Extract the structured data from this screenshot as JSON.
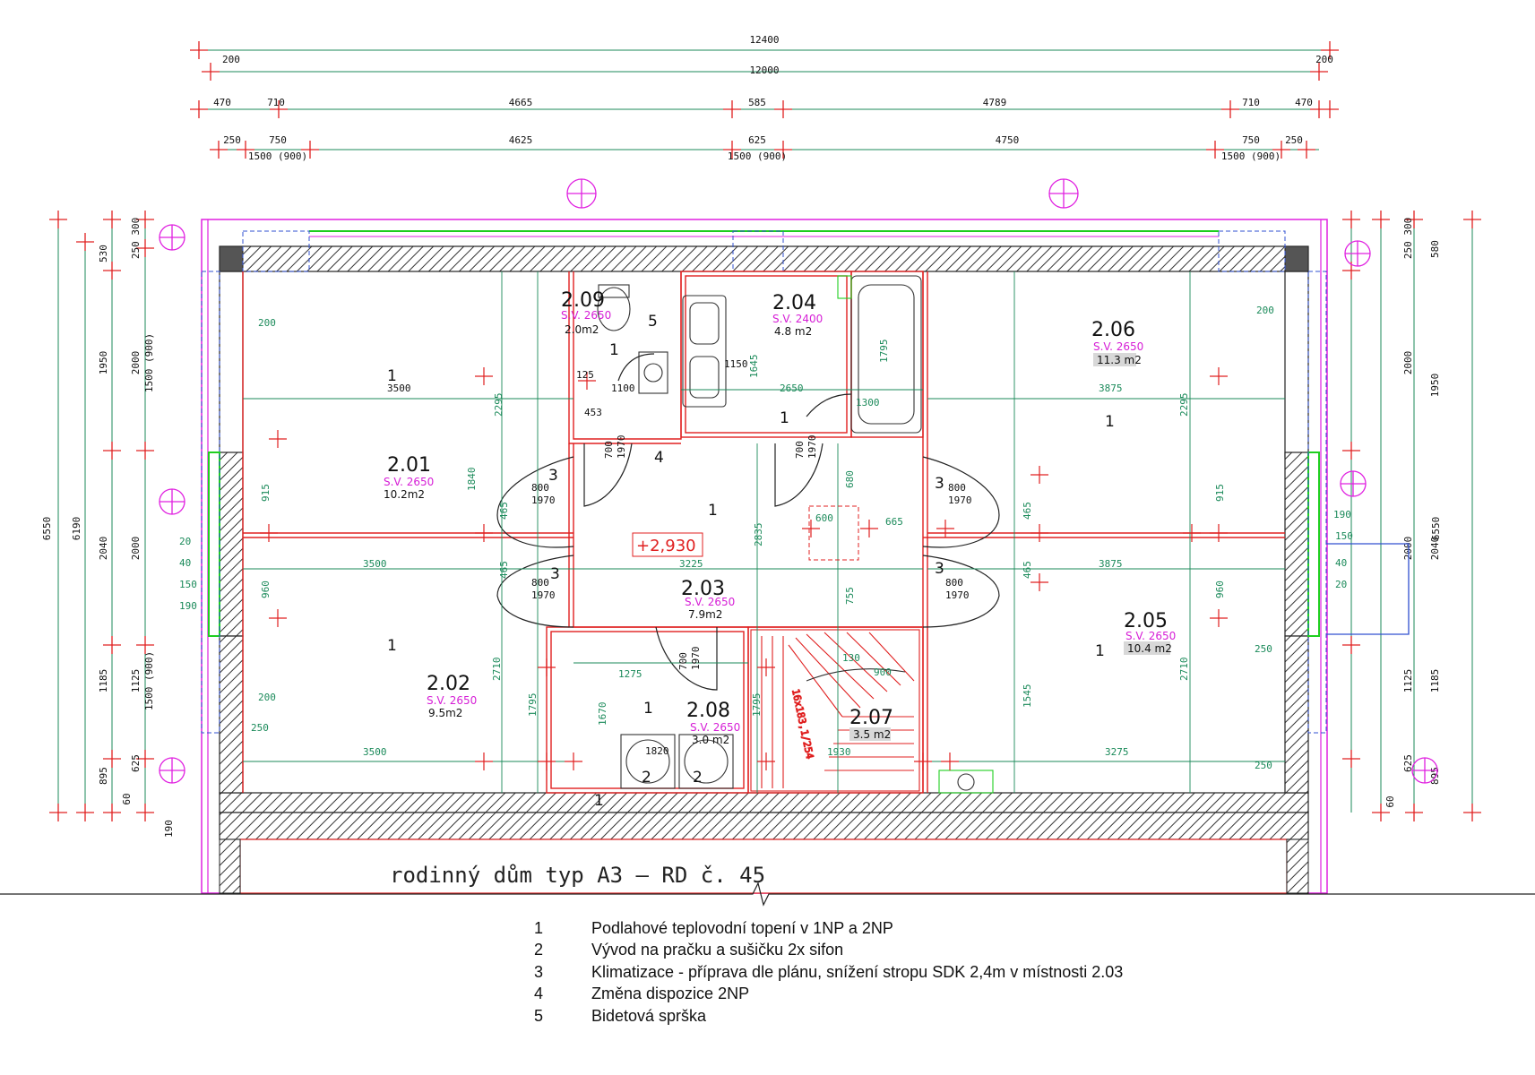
{
  "plan": {
    "title": "rodinný dům typ A3 – RD č. 45",
    "level_mark": "+2,930",
    "rooms": [
      {
        "id": "2.01",
        "sv": "S.V. 2650",
        "area": "10.2m2"
      },
      {
        "id": "2.02",
        "sv": "S.V. 2650",
        "area": "9.5m2"
      },
      {
        "id": "2.03",
        "sv": "S.V. 2650",
        "area": "7.9m2"
      },
      {
        "id": "2.04",
        "sv": "S.V. 2400",
        "area": "4.8 m2"
      },
      {
        "id": "2.05",
        "sv": "S.V. 2650",
        "area": "10.4 m2"
      },
      {
        "id": "2.06",
        "sv": "S.V. 2650",
        "area": "11.3 m2"
      },
      {
        "id": "2.07",
        "sv": "",
        "area": "3.5 m2"
      },
      {
        "id": "2.08",
        "sv": "S.V. 2650",
        "area": "3.0 m2"
      },
      {
        "id": "2.09",
        "sv": "S.V. 2650",
        "area": "2.0m2"
      }
    ],
    "top_dims": {
      "overall": "12400",
      "inner": "12000",
      "side_200": "200",
      "row1": [
        "470",
        "710",
        "4665",
        "585",
        "4789",
        "710",
        "470"
      ],
      "row2": [
        "250",
        "750",
        "4625",
        "625",
        "4750",
        "750",
        "250"
      ],
      "window_note": "1500 (900)"
    },
    "left_dims": {
      "overall": "6550",
      "inner": "6190",
      "segments": [
        "530",
        "1950",
        "2040",
        "1185",
        "895",
        "60"
      ],
      "openings": [
        "250 300",
        "2000",
        "2000",
        "1125",
        "625"
      ],
      "sill": "1500 (900)",
      "bottom": "190"
    },
    "right_dims": {
      "overall": "6550",
      "segments": [
        "580",
        "1950",
        "2040",
        "1185",
        "895",
        "60"
      ],
      "openings": [
        "250 300",
        "2000",
        "2000",
        "1125",
        "625"
      ]
    },
    "inner_dims": [
      "3500",
      "3500",
      "3500",
      "3225",
      "3875",
      "3875",
      "3275",
      "2650",
      "1275",
      "1930",
      "1100",
      "1150",
      "1300",
      "453",
      "125",
      "665",
      "600",
      "800",
      "1970",
      "700",
      "2835",
      "2710",
      "1795",
      "1670",
      "1545",
      "2295",
      "915",
      "960",
      "1840",
      "465",
      "680",
      "755",
      "1645",
      "1795",
      "200",
      "250",
      "20",
      "40",
      "150",
      "190",
      "130",
      "900",
      "1820"
    ],
    "stair_note": "16x183,1/254",
    "markers": [
      "1",
      "2",
      "3",
      "4",
      "5"
    ]
  },
  "legend": [
    {
      "num": "1",
      "text": "Podlahové teplovodní topení v 1NP a 2NP"
    },
    {
      "num": "2",
      "text": "Vývod na pračku a sušičku 2x sifon"
    },
    {
      "num": "3",
      "text": "Klimatizace - příprava dle plánu, snížení stropu SDK 2,4m v místnosti 2.03"
    },
    {
      "num": "4",
      "text": "Změna dispozice 2NP"
    },
    {
      "num": "5",
      "text": "Bidetová sprška"
    }
  ]
}
